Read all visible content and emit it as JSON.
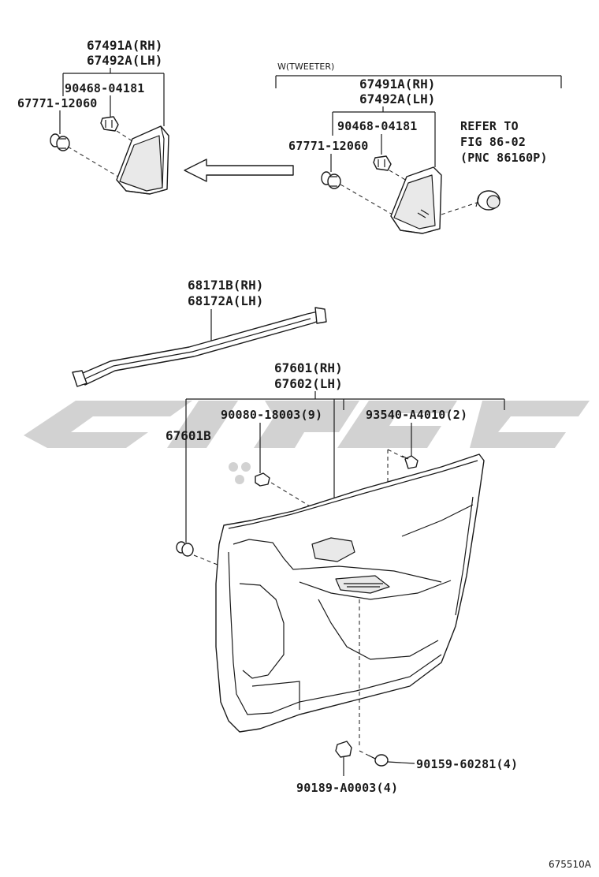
{
  "top_left": {
    "main_rh": "67491A(RH)",
    "main_lh": "67492A(LH)",
    "clip": "90468-04181",
    "grommet": "67771-12060"
  },
  "top_right": {
    "group_label": "W(TWEETER)",
    "main_rh": "67491A(RH)",
    "main_lh": "67492A(LH)",
    "clip": "90468-04181",
    "grommet": "67771-12060",
    "refer_1": "REFER TO",
    "refer_2": "FIG 86-02",
    "refer_3": "(PNC 86160P)"
  },
  "weatherstrip": {
    "rh": "68171B(RH)",
    "lh": "68172A(LH)"
  },
  "door_panel": {
    "rh": "67601(RH)",
    "lh": "67602(LH)",
    "sub_panel": "67601B",
    "clip_a": "90080-18003(9)",
    "clip_b": "93540-A4010(2)",
    "screw": "90159-60281(4)",
    "clip_c": "90189-A0003(4)"
  },
  "figure_code": "675510A"
}
